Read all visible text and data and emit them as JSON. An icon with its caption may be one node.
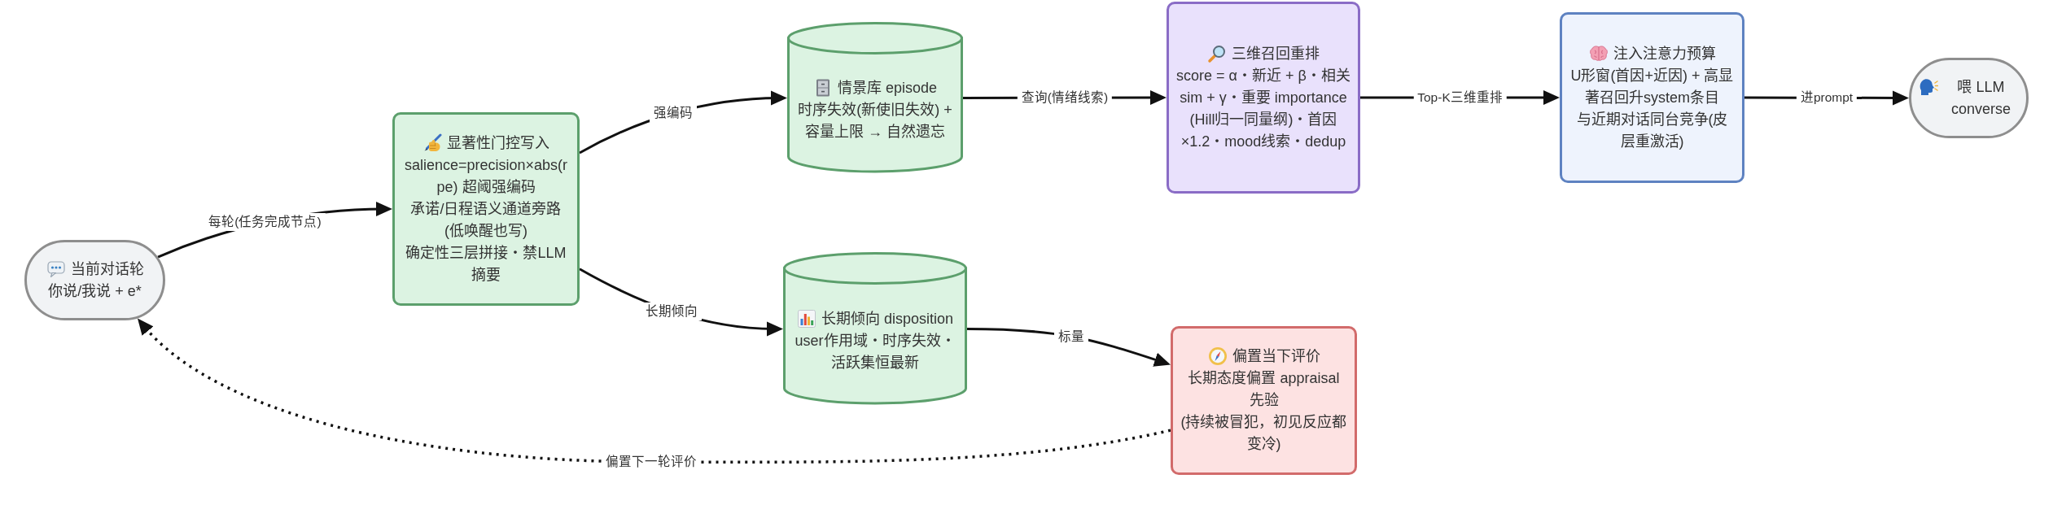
{
  "diagram": {
    "nodes": [
      {
        "text": [
          "当前对话轮",
          "你说/我说 + e*"
        ]
      },
      {
        "text": [
          "显著性门控写入",
          "salience=precision×abs(rpe) 超阈强编码",
          "承诺/日程语义通道旁路(低唤醒也写)",
          "确定性三层拼接・禁LLM摘要"
        ]
      },
      {
        "text": [
          "情景库 episode",
          "时序失效(新使旧失效) + 容量上限 → 自然遗忘"
        ]
      },
      {
        "text": [
          "长期倾向 disposition",
          "user作用域・时序失效・活跃集恒最新"
        ]
      },
      {
        "text": [
          "三维召回重排",
          "score = α・新近 + β・相关sim + γ・重要 importance",
          "(Hill归一同量纲)・首因×1.2・mood线索・dedup"
        ]
      },
      {
        "text": [
          "注入注意力预算",
          "U形窗(首因+近因) + 高显著召回升system条目",
          "与近期对话同台竞争(皮层重激活)"
        ]
      },
      {
        "text": [
          "喂 LLM converse"
        ]
      },
      {
        "text": [
          "偏置当下评价",
          "长期态度偏置 appraisal 先验",
          "(持续被冒犯，初见反应都变冷)"
        ]
      }
    ],
    "edges": [
      {
        "from": 0,
        "to": 1,
        "arrow": "to",
        "label": "每轮(任务完成节点)"
      },
      {
        "from": 1,
        "to": 2,
        "arrow": "to",
        "label": "强编码"
      },
      {
        "from": 1,
        "to": 3,
        "arrow": "to",
        "label": "长期倾向"
      },
      {
        "from": 2,
        "to": 4,
        "arrow": "to",
        "label": "查询(情绪线索)"
      },
      {
        "from": 4,
        "to": 5,
        "arrow": "to",
        "label": "Top-K三维重排"
      },
      {
        "from": 5,
        "to": 6,
        "arrow": "to",
        "label": "进prompt"
      },
      {
        "from": 3,
        "to": 7,
        "arrow": "to",
        "label": "标量"
      },
      {
        "from": 7,
        "to": 0,
        "arrow": "to",
        "label": "偏置下一轮评价",
        "style": "dashed"
      }
    ]
  }
}
